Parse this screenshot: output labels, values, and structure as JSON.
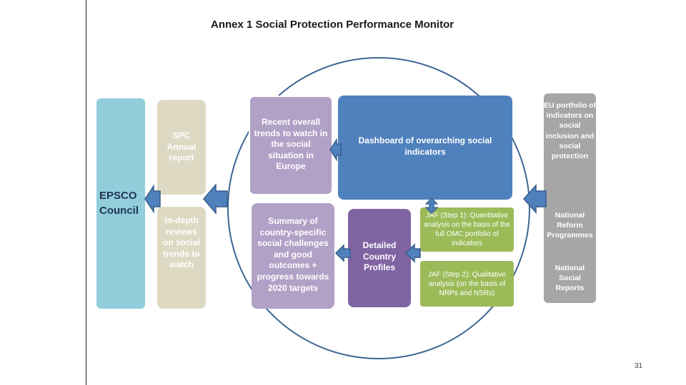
{
  "title": "Annex 1 Social Protection Performance Monitor",
  "boxes": {
    "epsco": "EPSCO Council",
    "spc": "SPC Annual report",
    "indepth": "In-depth reviews on social trends to watch",
    "recent": "Recent overall trends to watch in the social situation in Europe",
    "summary": "Summary of country-specific social challenges and good outcomes + progress towards 2020 targets",
    "dashboard": "Dashboard of overarching social indicators",
    "detailed": "Detailed Country Profiles",
    "jaf1": "JAF (Step 1): Quantitative analysis on the basis of the full OMC portfolio of indicators",
    "jaf2": "JAF (Step 2): Qualitative analysis (on the basis of NRPs and NSRs)"
  },
  "sources": {
    "eu_portfolio": "EU portfolio of indicators on social inclusion and social protection",
    "nrp": "National Reform Programmes",
    "nsr": "National Social Reports"
  },
  "page_number": "31",
  "colors": {
    "arrow_fill": "#4f81bd",
    "arrow_stroke": "#385d8a",
    "circle": "#3e6593"
  }
}
